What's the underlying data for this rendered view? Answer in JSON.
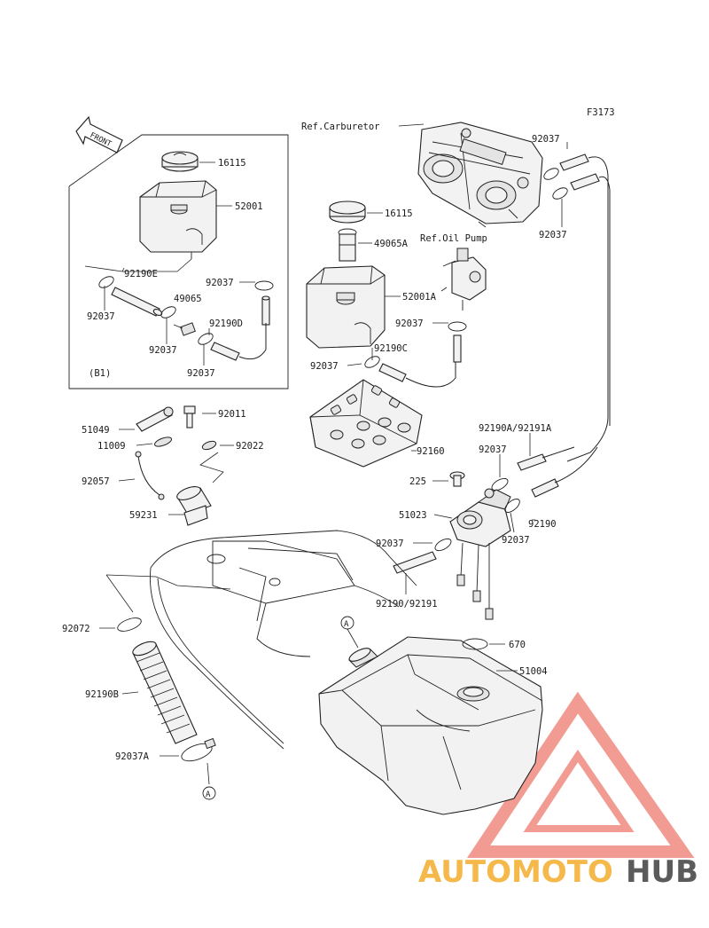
{
  "figure_code": "F3173",
  "ref_labels": {
    "carburetor": "Ref.Carburetor",
    "oil_pump": "Ref.Oil Pump"
  },
  "front_arrow": "FRONT",
  "inset_tag": "(B1)",
  "parts": {
    "p16115_a": "16115",
    "p52001": "52001",
    "p92190e": "92190E",
    "p92037_a": "92037",
    "p92037_b": "92037",
    "p49065": "49065",
    "p92190d": "92190D",
    "p92037_c": "92037",
    "p92037_d": "92037",
    "p92037_top1": "92037",
    "p92037_top2": "92037",
    "p16115_b": "16115",
    "p49065a": "49065A",
    "p52001a": "52001A",
    "p92037_e": "92037",
    "p92190c": "92190C",
    "p92037_f": "92037",
    "p51049": "51049",
    "p92011": "92011",
    "p11009": "11009",
    "p92022": "92022",
    "p92160": "92160",
    "p92190a": "92190A/92191A",
    "p92057": "92057",
    "p92037_g": "92037",
    "p225": "225",
    "p59231": "59231",
    "p51023": "51023",
    "p92190": "92190",
    "p92037_h": "92037",
    "p92037_i": "92037",
    "p92190_92191": "92190/92191",
    "p92072": "92072",
    "p670": "670",
    "p51004": "51004",
    "p92190b": "92190B",
    "p92037a": "92037A"
  },
  "ref_marker": "A",
  "watermark": {
    "part1": "AUTOMOTO",
    "part2": "HUB"
  },
  "colors": {
    "watermark_red": "#e8412f",
    "watermark_orange": "#f5a623",
    "watermark_gray": "#5b5b5b",
    "line": "#222222"
  }
}
